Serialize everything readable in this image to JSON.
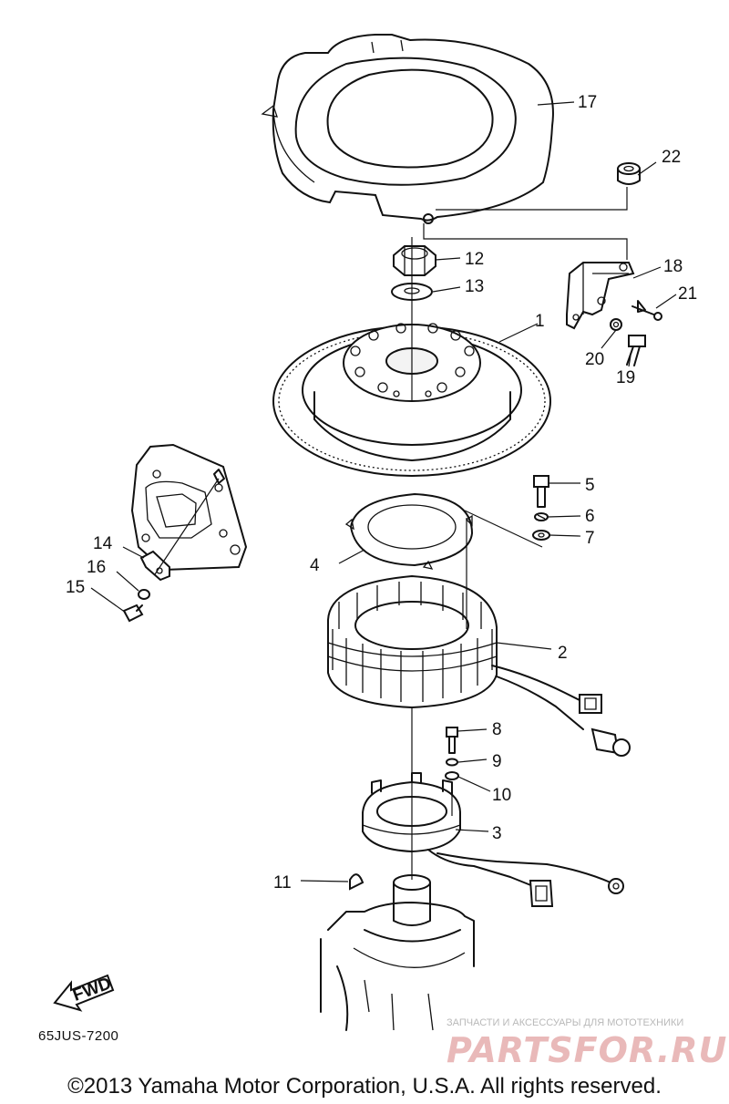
{
  "callouts": [
    "1",
    "2",
    "3",
    "4",
    "5",
    "6",
    "7",
    "8",
    "9",
    "10",
    "11",
    "12",
    "13",
    "14",
    "15",
    "16",
    "17",
    "18",
    "19",
    "20",
    "21",
    "22"
  ],
  "direction_label": "FWD",
  "diagram_code": "65JUS-7200",
  "copyright": "©2013 Yamaha Motor Corporation, U.S.A. All rights reserved.",
  "watermark": {
    "tagline": "ЗАПЧАСТИ И АКСЕССУАРЫ ДЛЯ МОТОТЕХНИКИ",
    "logo": "PARTSFOR.RU"
  }
}
